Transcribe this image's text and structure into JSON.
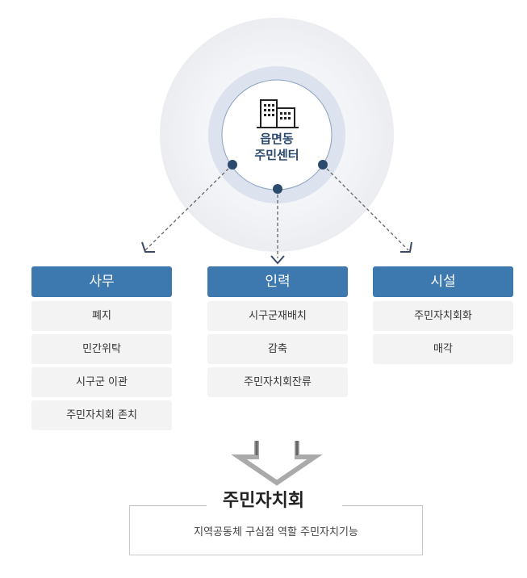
{
  "center": {
    "line1": "읍면동",
    "line2": "주민센터",
    "icon": "building-icon"
  },
  "columns": [
    {
      "title": "사무",
      "items": [
        "폐지",
        "민간위탁",
        "시구군 이관",
        "주민자치회 존치"
      ]
    },
    {
      "title": "인력",
      "items": [
        "시구군재배치",
        "감축",
        "주민자치회잔류"
      ]
    },
    {
      "title": "시설",
      "items": [
        "주민자치회화",
        "매각"
      ]
    }
  ],
  "result": {
    "title": "주민자치회",
    "description": "지역공동체 구심점 역할 주민자치기능"
  },
  "colors": {
    "header": "#3d79ae",
    "node": "#2c4a6e",
    "ring": "#dfe5ee",
    "item_bg": "#f3f3f3"
  }
}
